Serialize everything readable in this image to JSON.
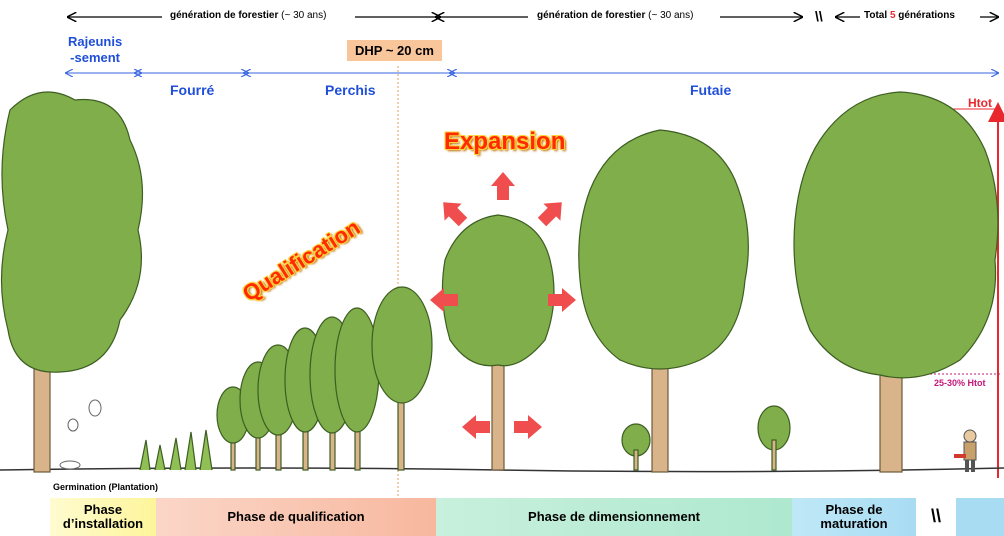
{
  "header": {
    "gen1": "génération de forestier",
    "gen1_suffix": "(~ 30 ans)",
    "gen2": "génération de forestier",
    "gen2_suffix": "(~ 30 ans)",
    "break_mark": "\\\\",
    "total_prefix": "Total",
    "total_number": "5",
    "total_suffix": "générations"
  },
  "stages": {
    "rajeunis_line1": "Rajeunis",
    "rajeunis_line2": "-sement",
    "fourre": "Fourré",
    "perchis": "Perchis",
    "futaie": "Futaie"
  },
  "dhp_label": "DHP ~ 20 cm",
  "expansion": "Expansion",
  "qualification": "Qualification",
  "htot": "Htot",
  "htot_pct": "25-30% Htot",
  "germination": "Germination (Plantation)",
  "phases": {
    "installation_1": "Phase",
    "installation_2": "d’installation",
    "qualification": "Phase de qualification",
    "dimensionnement": "Phase de dimensionnement",
    "maturation_1": "Phase de",
    "maturation_2": "maturation",
    "break_mark": "\\\\"
  },
  "colors": {
    "stage_blue": "#1f4fd8",
    "accent_red": "#ff2a00",
    "foliage": "#7fae4a",
    "trunk": "#d9b48a"
  }
}
